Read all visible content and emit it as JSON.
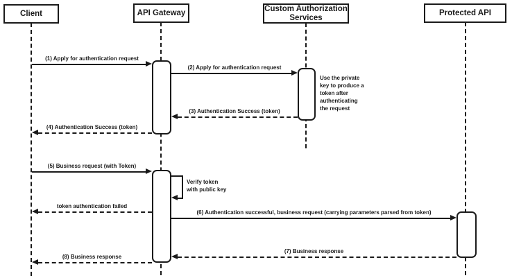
{
  "diagram_type": "uml-sequence-diagram",
  "colors": {
    "line": "#1a1a1a",
    "fill": "#ffffff",
    "background": "#ffffff"
  },
  "actors": [
    {
      "label": "Client"
    },
    {
      "label": "API Gateway"
    },
    {
      "label": "Custom Authorization\nServices"
    },
    {
      "label": "Protected API"
    }
  ],
  "messages": [
    {
      "label": "(1) Apply for authentication request",
      "from": "Client",
      "to": "API Gateway",
      "line": "solid"
    },
    {
      "label": "(2) Apply for authentication request",
      "from": "API Gateway",
      "to": "Custom Authorization Services",
      "line": "solid"
    },
    {
      "label": "(3) Authentication Success (token)",
      "from": "Custom Authorization Services",
      "to": "API Gateway",
      "line": "dashed"
    },
    {
      "label": "(4) Authentication Success (token)",
      "from": "API Gateway",
      "to": "Client",
      "line": "dashed"
    },
    {
      "label": "(5) Business request (with Token)",
      "from": "Client",
      "to": "API Gateway",
      "line": "solid"
    },
    {
      "label": "token authentication failed",
      "from": "API Gateway",
      "to": "Client",
      "line": "dashed"
    },
    {
      "label": "(6) Authentication successful, business request (carrying parameters parsed from token)",
      "from": "API Gateway",
      "to": "Protected API",
      "line": "solid"
    },
    {
      "label": "(7) Business response",
      "from": "Protected API",
      "to": "API Gateway",
      "line": "dashed"
    },
    {
      "label": "(8) Business response",
      "from": "API Gateway",
      "to": "Client",
      "line": "dashed"
    }
  ],
  "self_message": {
    "label": "Verify token\nwith public key",
    "actor": "API Gateway"
  },
  "note": {
    "label": "Use the private\nkey to produce a\ntoken after\nauthenticating\nthe request",
    "actor": "Custom Authorization Services"
  }
}
